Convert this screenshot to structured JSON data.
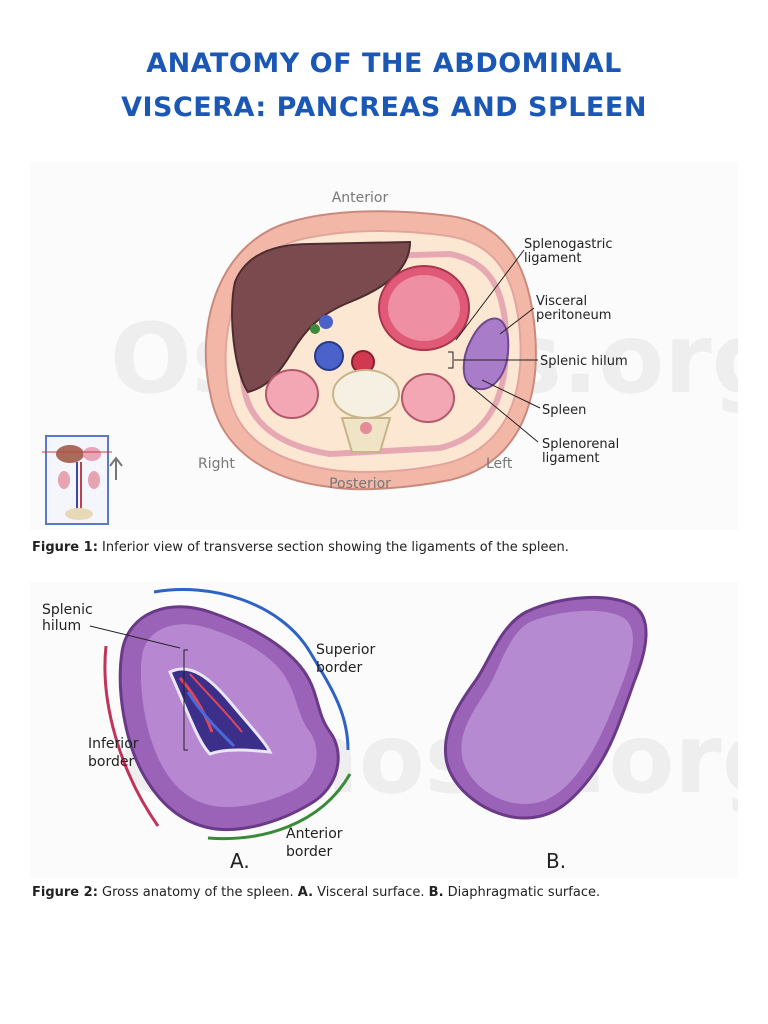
{
  "title": {
    "line1": "Anatomy of the abdominal",
    "line2": "viscera: pancreas and spleen"
  },
  "watermark": "Osmosis.org",
  "figure1": {
    "labels": {
      "anterior": "Anterior",
      "posterior": "Posterior",
      "right": "Right",
      "left": "Left",
      "splenogastric_line1": "Splenogastric",
      "splenogastric_line2": "ligament",
      "visceral_line1": "Visceral",
      "visceral_line2": "peritoneum",
      "splenic_hilum": "Splenic hilum",
      "spleen": "Spleen",
      "splenorenal_line1": "Splenorenal",
      "splenorenal_line2": "ligament"
    },
    "caption_prefix": "Figure 1:",
    "caption_text": " Inferior view of transverse section showing the ligaments of the spleen."
  },
  "figure2": {
    "labels": {
      "splenic_hilum_line1": "Splenic",
      "splenic_hilum_line2": "hilum",
      "superior_line1": "Superior",
      "superior_line2": "border",
      "inferior_line1": "Inferior",
      "inferior_line2": "border",
      "anterior_line1": "Anterior",
      "anterior_line2": "border",
      "panel_a": "A.",
      "panel_b": "B."
    },
    "caption_prefix": "Figure 2:",
    "caption_text": " Gross anatomy of the spleen. ",
    "caption_a_prefix": "A.",
    "caption_a_text": " Visceral surface. ",
    "caption_b_prefix": "B.",
    "caption_b_text": " Diaphragmatic surface."
  },
  "colors": {
    "title": "#1b57b4",
    "liver": "#7a4a4e",
    "stomach": "#e05a78",
    "spleen": "#a97cc9",
    "superior_border": "#2e62c4",
    "inferior_border": "#c0335a",
    "anterior_border": "#3a8a3a"
  }
}
